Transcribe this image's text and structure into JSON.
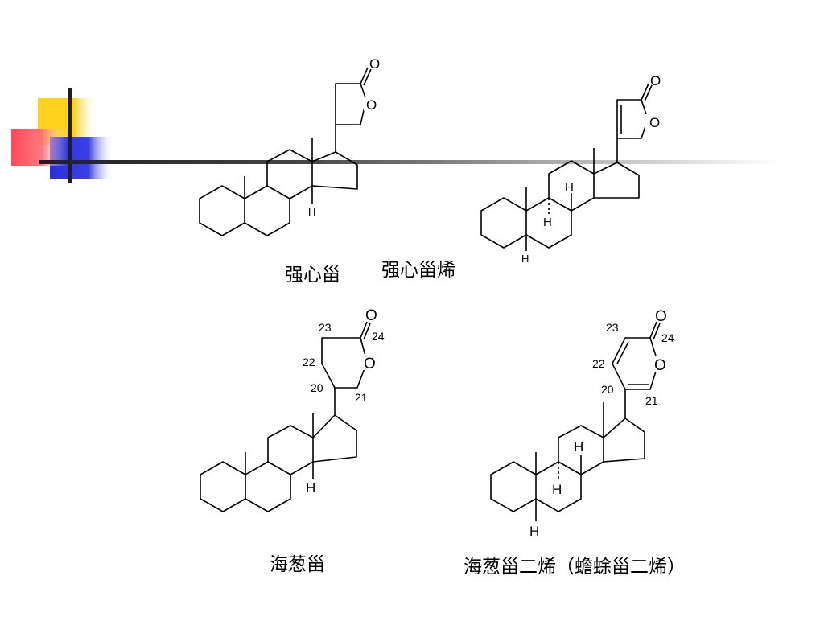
{
  "slide": {
    "background": "#ffffff",
    "deco_colors": {
      "yellow": "#ffd21e",
      "red": "#ff3a4a",
      "blue": "#2a30d8",
      "dark": "#1f1f1f"
    }
  },
  "atoms": {
    "O": "O",
    "H": "H"
  },
  "numbering": {
    "n20": "20",
    "n21": "21",
    "n22": "22",
    "n23": "23",
    "n24": "24"
  },
  "labels": {
    "cardenolide": "强心甾",
    "cardenolide_ene": "强心甾烯",
    "scillanolide": "海葱甾",
    "bufadienolide": "海葱甾二烯（蟾蜍甾二烯）"
  }
}
